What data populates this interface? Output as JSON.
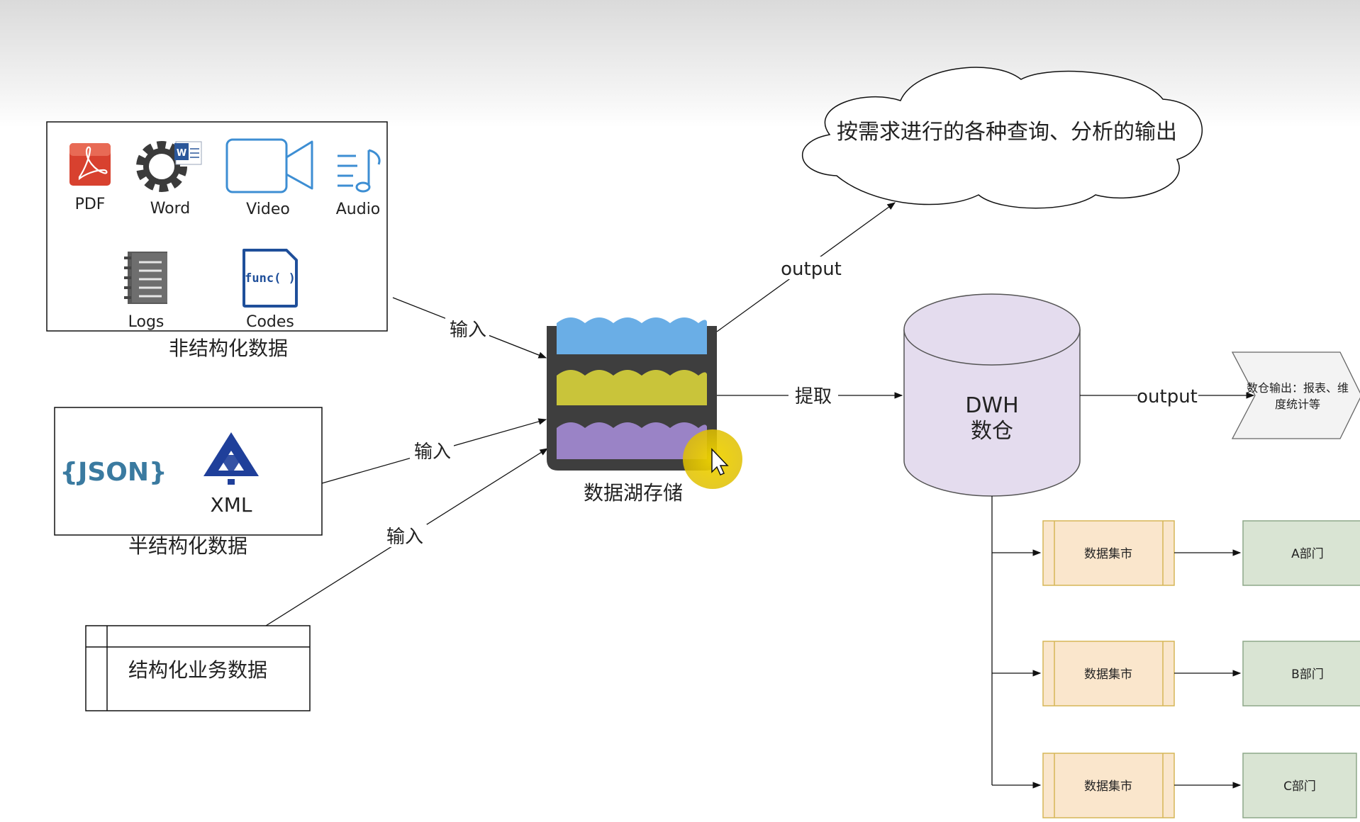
{
  "unstructured": {
    "icons": [
      {
        "icon": "pdf-icon",
        "label": "PDF"
      },
      {
        "icon": "word-gear-icon",
        "label": "Word"
      },
      {
        "icon": "video-camera-icon",
        "label": "Video"
      },
      {
        "icon": "audio-note-icon",
        "label": "Audio"
      },
      {
        "icon": "logs-notebook-icon",
        "label": "Logs"
      },
      {
        "icon": "func-file-icon",
        "label": "Codes",
        "glyph": "func( )"
      }
    ],
    "caption": "非结构化数据"
  },
  "semistructured": {
    "json_text": "{JSON}",
    "xml_label": "XML",
    "caption": "半结构化数据"
  },
  "structured": {
    "label": "结构化业务数据"
  },
  "lake": {
    "label": "数据湖存储",
    "colors": {
      "top": "#6aaee6",
      "mid": "#c9c43a",
      "bottom": "#9a83c6",
      "frame": "#3e3e3e"
    }
  },
  "arrows": {
    "input1": "输入",
    "input2": "输入",
    "input3": "输入",
    "output_up": "output",
    "extract": "提取",
    "output_right": "output"
  },
  "cloud": {
    "text": "按需求进行的各种查询、分析的输出"
  },
  "dwh": {
    "line1": "DWH",
    "line2": "数仓",
    "color": "#e4dcee"
  },
  "dwh_output": {
    "line1": "数仓输出：报表、维",
    "line2": "度统计等"
  },
  "marts": [
    {
      "label": "数据集市",
      "dept": "A部门"
    },
    {
      "label": "数据集市",
      "dept": "B部门"
    },
    {
      "label": "数据集市",
      "dept": "C部门"
    }
  ],
  "colors": {
    "mart_fill": "#fae6cc",
    "mart_stroke": "#d6b656",
    "dept_fill": "#d9e4d3",
    "dept_stroke": "#8ea889"
  }
}
